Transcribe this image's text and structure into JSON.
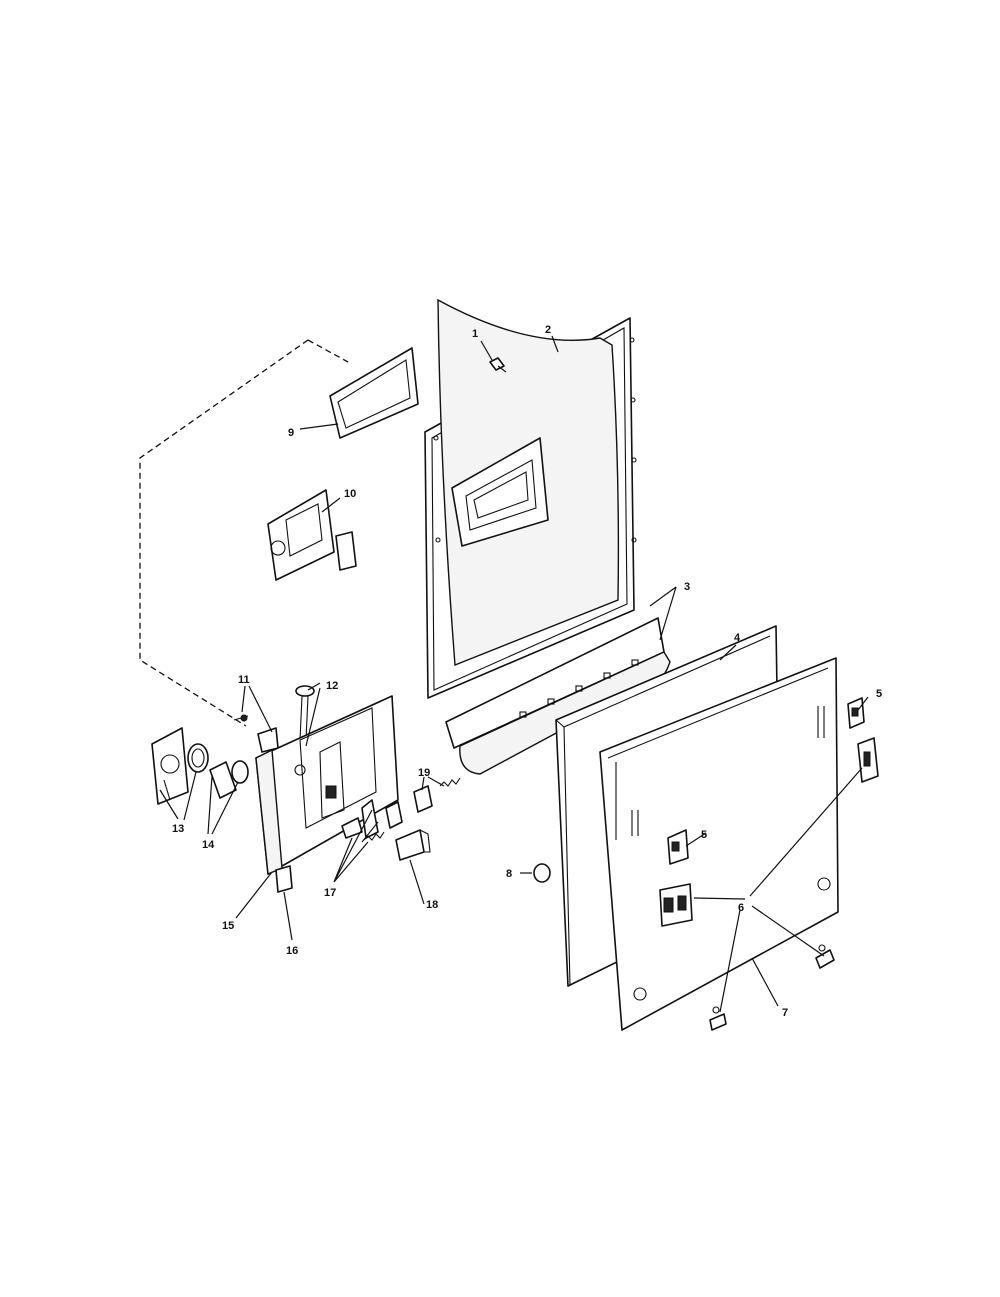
{
  "diagram": {
    "callouts": {
      "c1": "1",
      "c2": "2",
      "c3": "3",
      "c4": "4",
      "c5a": "5",
      "c5b": "5",
      "c6": "6",
      "c7": "7",
      "c8": "8",
      "c9": "9",
      "c10": "10",
      "c11": "11",
      "c12": "12",
      "c13": "13",
      "c14": "14",
      "c15": "15",
      "c16": "16",
      "c17": "17",
      "c18": "18",
      "c19": "19"
    }
  }
}
